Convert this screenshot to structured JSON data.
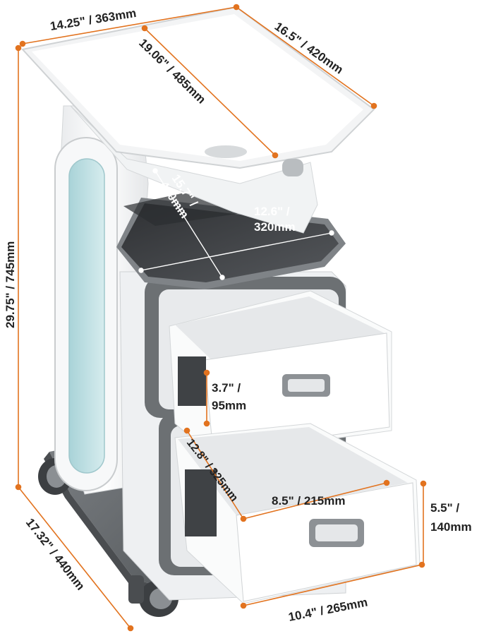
{
  "dimensions": {
    "top_width": "14.25\" / 363mm",
    "top_depth": "16.5\" / 420mm",
    "top_diagonal": "19.06\" / 485mm",
    "total_height": "29.75\" / 745mm",
    "tray_diag_a": "15.7\" /",
    "tray_diag_b": "400mm",
    "tray_width_a": "12.6\" /",
    "tray_width_b": "320mm",
    "drawer_depth_a": "3.7\" /",
    "drawer_depth_b": "95mm",
    "drawer_inner_depth": "12.8\" / 325mm",
    "drawer_inner_width": "8.5\" / 215mm",
    "drawer_height_a": "5.5\" /",
    "drawer_height_b": "140mm",
    "base_depth": "17.32\" / 440mm",
    "base_width": "10.4\" / 265mm"
  },
  "colors": {
    "dimension_line": "#e2731f",
    "body_white": "#f4f5f6",
    "trim_gray": "#6c7073",
    "panel_blue": "#bcdfe3",
    "tray_dark": "#3a3c3f"
  }
}
